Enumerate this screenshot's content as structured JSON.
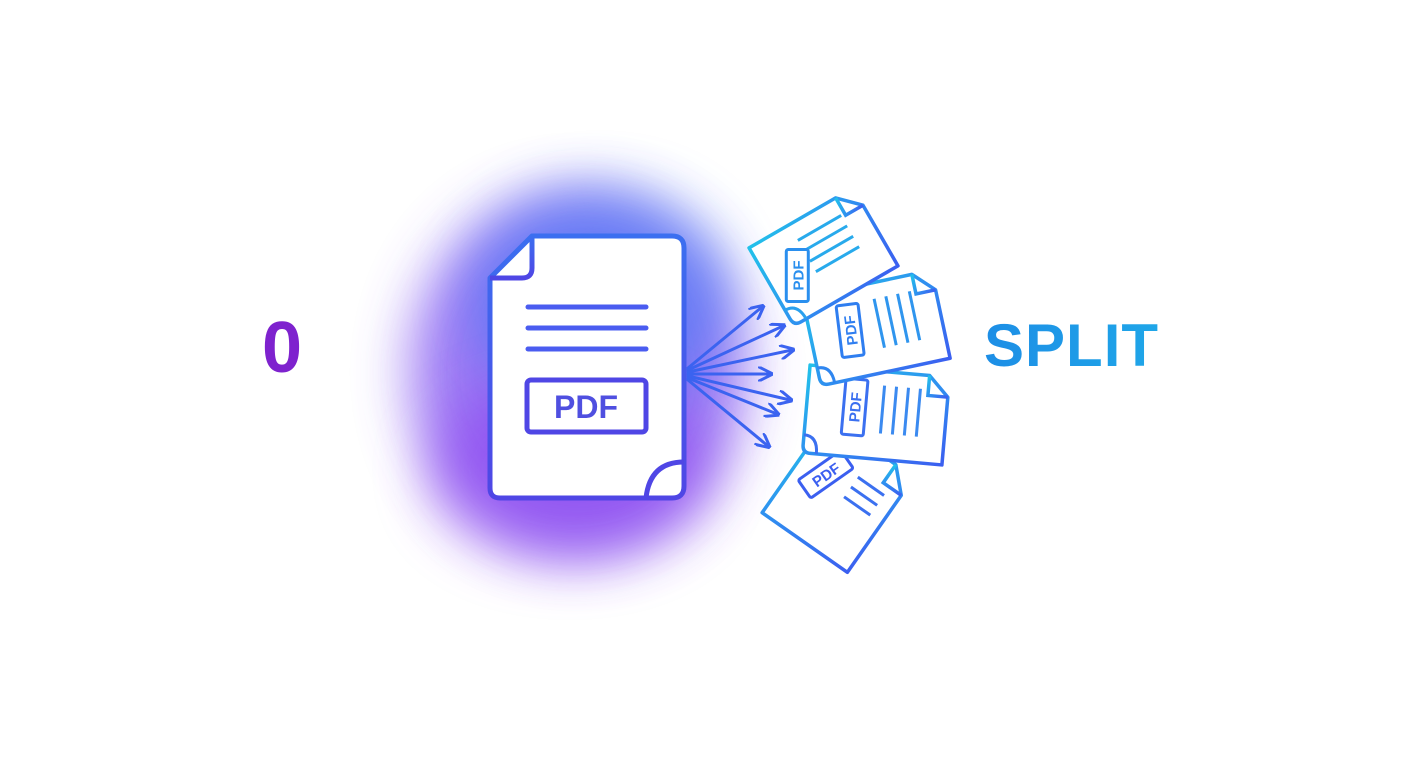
{
  "counter": {
    "value": "0"
  },
  "action": {
    "label": "SPLIT"
  },
  "source_document": {
    "badge": "PDF",
    "icon": "pdf-document-icon"
  },
  "split_pages": [
    {
      "badge": "PDF",
      "icon": "pdf-page-icon"
    },
    {
      "badge": "PDF",
      "icon": "pdf-page-icon"
    },
    {
      "badge": "PDF",
      "icon": "pdf-page-icon"
    },
    {
      "badge": "PDF",
      "icon": "pdf-page-icon"
    }
  ],
  "colors": {
    "counter": "#7e22ce",
    "glow_purple": "#7c3aed",
    "glow_blue": "#3b82f6",
    "stroke_indigo": "#4f46e5",
    "stroke_blue": "#3b6ff0",
    "stroke_cyan": "#22b8e8",
    "label_blue": "#1d8ee6"
  }
}
